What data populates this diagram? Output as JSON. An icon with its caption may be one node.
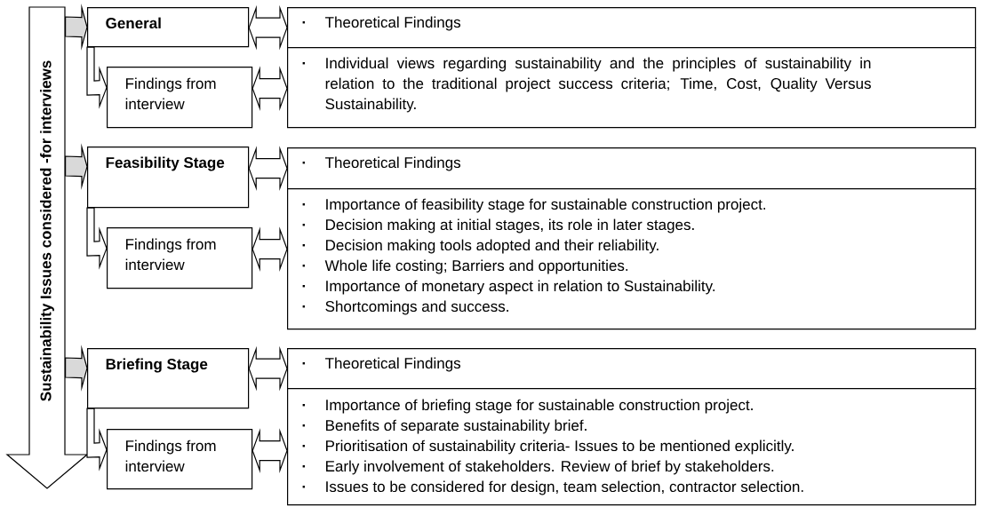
{
  "diagram": {
    "nodes": [
      {
        "text": [
          "Sustainability Issues considered -for interviews"
        ]
      },
      {
        "text": [
          "General"
        ]
      },
      {
        "text": [
          "Theoretical Findings"
        ]
      },
      {
        "text": [
          "Findings from interview"
        ]
      },
      {
        "text": [
          "Individual views regarding sustainability and the principles of sustainability in relation to the traditional project success criteria; Time, Cost, Quality Versus Sustainability."
        ]
      },
      {
        "text": [
          "Feasibility Stage"
        ]
      },
      {
        "text": [
          "Theoretical Findings"
        ]
      },
      {
        "text": [
          "Findings from interview"
        ]
      },
      {
        "text": [
          "Importance of feasibility stage for sustainable construction project.",
          "Decision making at initial stages, its role in later stages.",
          "Decision making tools adopted and their reliability.",
          "Whole life costing; Barriers and opportunities.",
          "Importance of monetary aspect in relation to Sustainability.",
          "Shortcomings and success."
        ]
      },
      {
        "text": [
          "Briefing Stage"
        ]
      },
      {
        "text": [
          "Theoretical Findings"
        ]
      },
      {
        "text": [
          "Findings from interview"
        ]
      },
      {
        "text": [
          "Importance of briefing stage for sustainable construction project.",
          "Benefits of separate sustainability brief.",
          "Prioritisation of sustainability criteria- Issues to be mentioned explicitly.",
          "Early involvement of stakeholders. Review of brief by stakeholders.",
          "Issues to be considered for design, team selection, contractor selection."
        ]
      }
    ],
    "edges": [
      {
        "from": 0,
        "to": 1,
        "arrow": "to",
        "color": "#d9d9d9"
      },
      {
        "from": 1,
        "to": 2,
        "arrow": "both"
      },
      {
        "from": 1,
        "to": 3,
        "arrow": "to"
      },
      {
        "from": 3,
        "to": 4,
        "arrow": "both"
      },
      {
        "from": 0,
        "to": 5,
        "arrow": "to",
        "color": "#d9d9d9"
      },
      {
        "from": 5,
        "to": 6,
        "arrow": "both"
      },
      {
        "from": 5,
        "to": 7,
        "arrow": "to"
      },
      {
        "from": 7,
        "to": 8,
        "arrow": "both"
      },
      {
        "from": 0,
        "to": 9,
        "arrow": "to",
        "color": "#d9d9d9"
      },
      {
        "from": 9,
        "to": 10,
        "arrow": "both"
      },
      {
        "from": 9,
        "to": 11,
        "arrow": "to"
      },
      {
        "from": 11,
        "to": 12,
        "arrow": "both"
      }
    ]
  }
}
